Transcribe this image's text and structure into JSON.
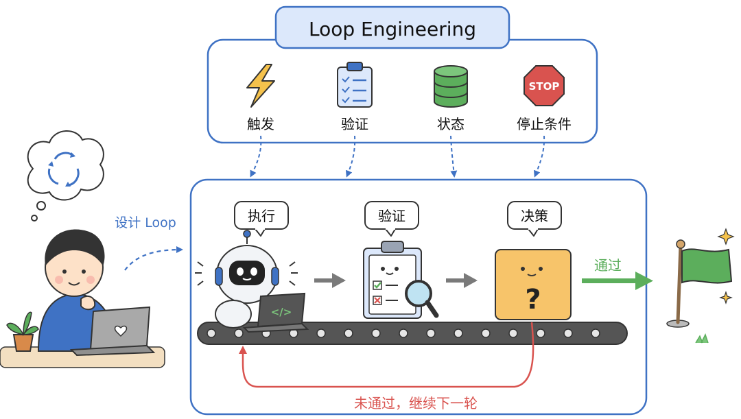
{
  "title": "Loop Engineering",
  "components": [
    {
      "label": "触发",
      "icon": "lightning-icon"
    },
    {
      "label": "验证",
      "icon": "clipboard-checklist-icon"
    },
    {
      "label": "状态",
      "icon": "database-icon"
    },
    {
      "label": "停止条件",
      "icon": "stop-sign-icon",
      "sign_text": "STOP"
    }
  ],
  "designer_label": "设计 Loop",
  "stages": [
    {
      "label": "执行",
      "icon": "robot-coding-icon"
    },
    {
      "label": "验证",
      "icon": "clipboard-magnifier-icon"
    },
    {
      "label": "决策",
      "icon": "question-box-icon",
      "symbol": "?"
    }
  ],
  "pass_label": "通过",
  "fail_label": "未通过，继续下一轮",
  "laptop_code": "</>",
  "colors": {
    "blue": "#3f72c4",
    "blue_light": "#dce8fb",
    "green": "#5cae5c",
    "red": "#d9534f",
    "yellow": "#f5c24c",
    "orange_box": "#f7c46a"
  }
}
